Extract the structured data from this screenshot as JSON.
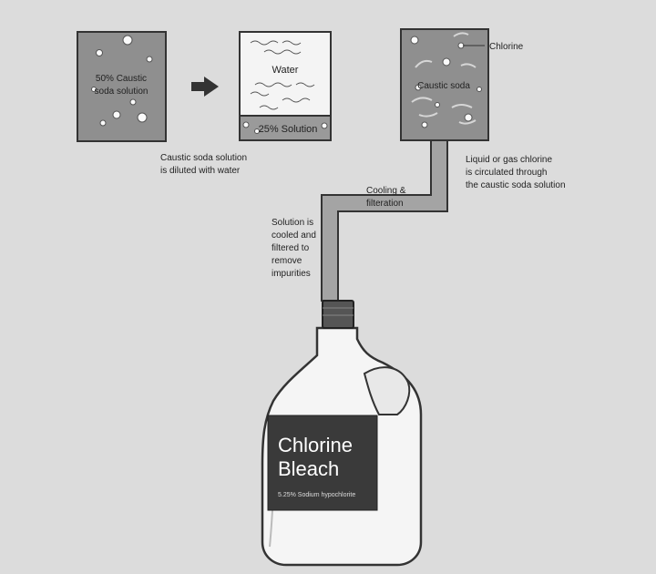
{
  "colors": {
    "background": "#dcdcdc",
    "tank_fill": "#8f8f8f",
    "water_fill": "#f4f4f4",
    "solution_fill": "#9a9a9a",
    "bottle_fill": "#f5f5f5",
    "label_fill": "#3a3a3a",
    "pipe_fill": "#a4a4a4",
    "outline": "#333333"
  },
  "icons": {
    "arrow": "right-arrow-icon",
    "bubbles": "bubble-icon",
    "waves": "wave-icon"
  },
  "tank1": {
    "label_line1": "50% Caustic",
    "label_line2": "soda solution"
  },
  "tank2": {
    "water_label": "Water",
    "solution_label": "25% Solution"
  },
  "tank3": {
    "label": "Caustic soda",
    "chlorine_callout": "Chlorine"
  },
  "captions": {
    "dilution_line1": "Caustic soda solution",
    "dilution_line2": "is diluted with water",
    "chlorine_line1": "Liquid or gas chlorine",
    "chlorine_line2": "is circulated through",
    "chlorine_line3": "the caustic soda solution",
    "cooling_line1": "Cooling &",
    "cooling_line2": "filteration",
    "solution_line1": "Solution is",
    "solution_line2": "cooled and",
    "solution_line3": "filtered to",
    "solution_line4": "remove",
    "solution_line5": "impurities"
  },
  "bottle": {
    "title_line1": "Chlorine",
    "title_line2": "Bleach",
    "subtitle": "5.25% Sodium hypochlorite"
  }
}
